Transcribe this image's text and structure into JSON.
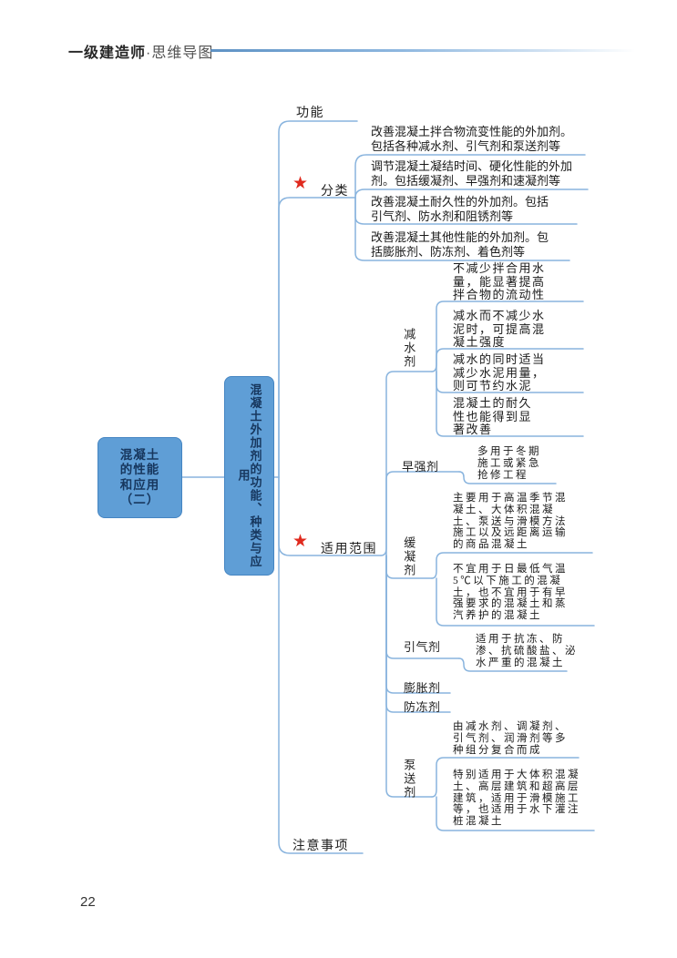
{
  "header": {
    "brand": "一级建造师",
    "subtitle": "·思维导图"
  },
  "page_number": "22",
  "map": {
    "star_icon": "★",
    "root_label": "混凝土\n的性能\n和应用\n（二）",
    "topic_label": "混凝土外加剂的功能、种类与应用",
    "branches": {
      "function": {
        "label": "功能"
      },
      "classification": {
        "label": "分类",
        "items": [
          "改善混凝土拌合物流变性能的外加剂。\n包括各种减水剂、引气剂和泵送剂等",
          "调节混凝土凝结时间、硬化性能的外加\n剂。包括缓凝剂、早强剂和速凝剂等",
          "改善混凝土耐久性的外加剂。包括\n引气剂、防水剂和阻锈剂等",
          "改善混凝土其他性能的外加剂。包\n括膨胀剂、防冻剂、着色剂等"
        ]
      },
      "application_scope": {
        "label": "适用范围",
        "agents": {
          "water_reducer": {
            "label": "减水剂",
            "items": [
              "不减少拌合用水\n量，能显著提高\n拌合物的流动性",
              "减水而不减少水\n泥时，可提高混\n凝土强度",
              "减水的同时适当\n减少水泥用量，\n则可节约水泥",
              "混凝土的耐久\n性也能得到显\n著改善"
            ]
          },
          "early_strength": {
            "label": "早强剂",
            "items": [
              "多用于冬期\n施工或紧急\n抢修工程"
            ]
          },
          "retarder": {
            "label": "缓凝剂",
            "items": [
              "主要用于高温季节混\n凝土、大体积混凝\n土、泵送与滑模方法\n施工以及远距离运输\n的商品混凝土",
              "不宜用于日最低气温\n5℃以下施工的混凝\n土，也不宜用于有早\n强要求的混凝土和蒸\n汽养护的混凝土"
            ]
          },
          "air_entraining": {
            "label": "引气剂",
            "items": [
              "适用于抗冻、防\n渗、抗硫酸盐、泌\n水严重的混凝土"
            ]
          },
          "expansion": {
            "label": "膨胀剂"
          },
          "antifreeze": {
            "label": "防冻剂"
          },
          "pumping": {
            "label": "泵送剂",
            "items": [
              "由减水剂、调凝剂、\n引气剂、润滑剂等多\n种组分复合而成",
              "特别适用于大体积混凝\n土、高层建筑和超高层\n建筑，适用于滑模施工\n等，也适用于水下灌注\n桩混凝土"
            ]
          }
        }
      },
      "notes": {
        "label": "注意事项"
      }
    }
  }
}
